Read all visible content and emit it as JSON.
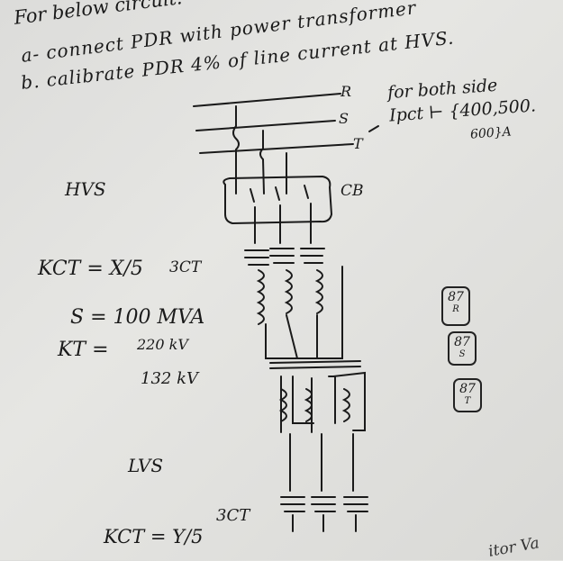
{
  "instructions": {
    "line1": "For below circuit:",
    "line2": "a- connect PDR with power transformer",
    "line3": "b. calibrate PDR 4% of line current at HVS."
  },
  "phases": [
    "R",
    "S",
    "T"
  ],
  "notes": {
    "both_side": "for both side",
    "ipct": "Ipct ⊢ {400,500.",
    "ipct_cont": "600}A"
  },
  "labels": {
    "hvs": "HVS",
    "lvs": "LVS",
    "cb": "CB",
    "kct_hv": "KCT = X/5",
    "ct_hv": "3CT",
    "power": "S = 100 MVA",
    "kt_label": "KT =",
    "kt_num": "220 kV",
    "kt_den": "132 kV",
    "kct_lv": "KCT = Y/5",
    "ct_lv": "3CT",
    "bottom_partial": "itor Va"
  },
  "relays": [
    {
      "code": "87",
      "phase": "R"
    },
    {
      "code": "87",
      "phase": "S"
    },
    {
      "code": "87",
      "phase": "T"
    }
  ]
}
